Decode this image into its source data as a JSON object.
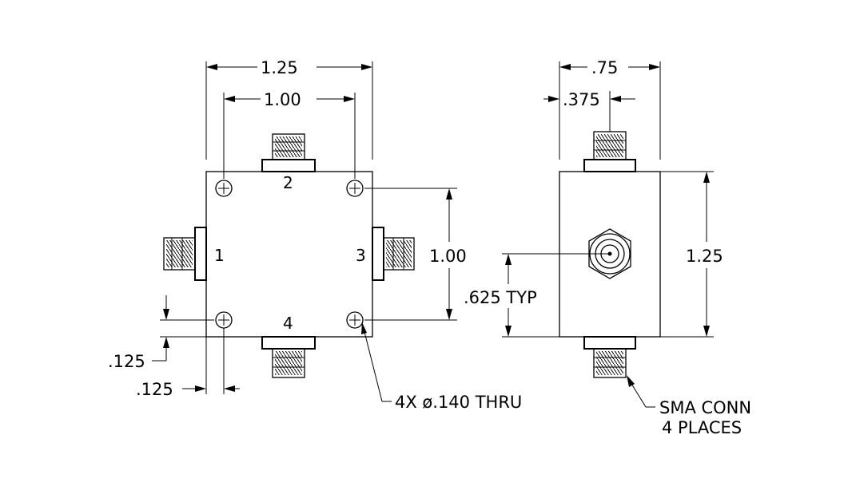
{
  "front_view": {
    "width_dim": "1.25",
    "hole_spacing_dim": "1.00",
    "height_hole_dim": "1.00",
    "offset_v_dim": ".125",
    "offset_h_dim": ".125",
    "ports": {
      "p1": "1",
      "p2": "2",
      "p3": "3",
      "p4": "4"
    },
    "hole_note": "4X ø.140 THRU"
  },
  "side_view": {
    "width_dim": ".75",
    "center_dim": ".375",
    "height_dim": "1.25",
    "connector_height_dim": ".625 TYP",
    "connector_note_line1": "SMA CONN",
    "connector_note_line2": "4 PLACES"
  }
}
